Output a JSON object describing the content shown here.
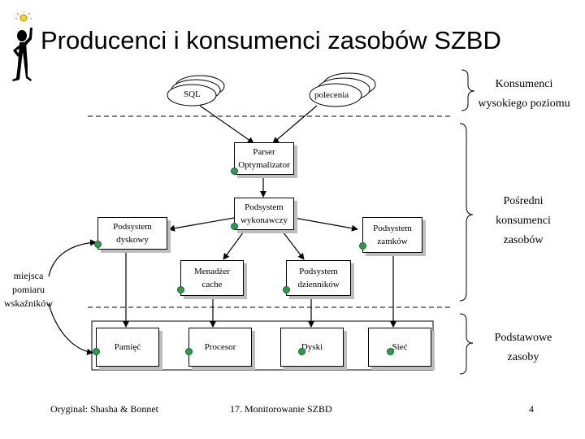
{
  "title": "Producenci i konsumenci zasobów SZBD",
  "top_consumers": {
    "sql": "SQL",
    "commands": "polecenia"
  },
  "parser": {
    "line1": "Parser",
    "line2": "Optymalizator"
  },
  "executor": {
    "line1": "Podsystem",
    "line2": "wykonawczy"
  },
  "disk_subsystem": {
    "line1": "Podsystem",
    "line2": "dyskowy"
  },
  "lock_subsystem": {
    "line1": "Podsystem",
    "line2": "zamków"
  },
  "cache_manager": {
    "line1": "Menadżer",
    "line2": "cache"
  },
  "log_subsystem": {
    "line1": "Podsystem",
    "line2": "dzienników"
  },
  "resources": {
    "memory": "Pamięć",
    "cpu": "Procesor",
    "disks": "Dyski",
    "network": "Sieć"
  },
  "measurement_label": {
    "line1": "miejsca",
    "line2": "pomiaru",
    "line3": "wskaźników"
  },
  "right_labels": {
    "high": {
      "line1": "Konsumenci",
      "line2": "wysokiego poziomu"
    },
    "mid": {
      "line1": "Pośredni",
      "line2": "konsumenci",
      "line3": "zasobów"
    },
    "base": {
      "line1": "Podstawowe",
      "line2": "zasoby"
    }
  },
  "footer": {
    "left": "Oryginał: Shasha & Bonnet",
    "center": "17. Monitorowanie SZBD",
    "page": "4"
  },
  "colors": {
    "indicator_dot": "#2e9a4e",
    "shadow": "#bdbdbd"
  }
}
